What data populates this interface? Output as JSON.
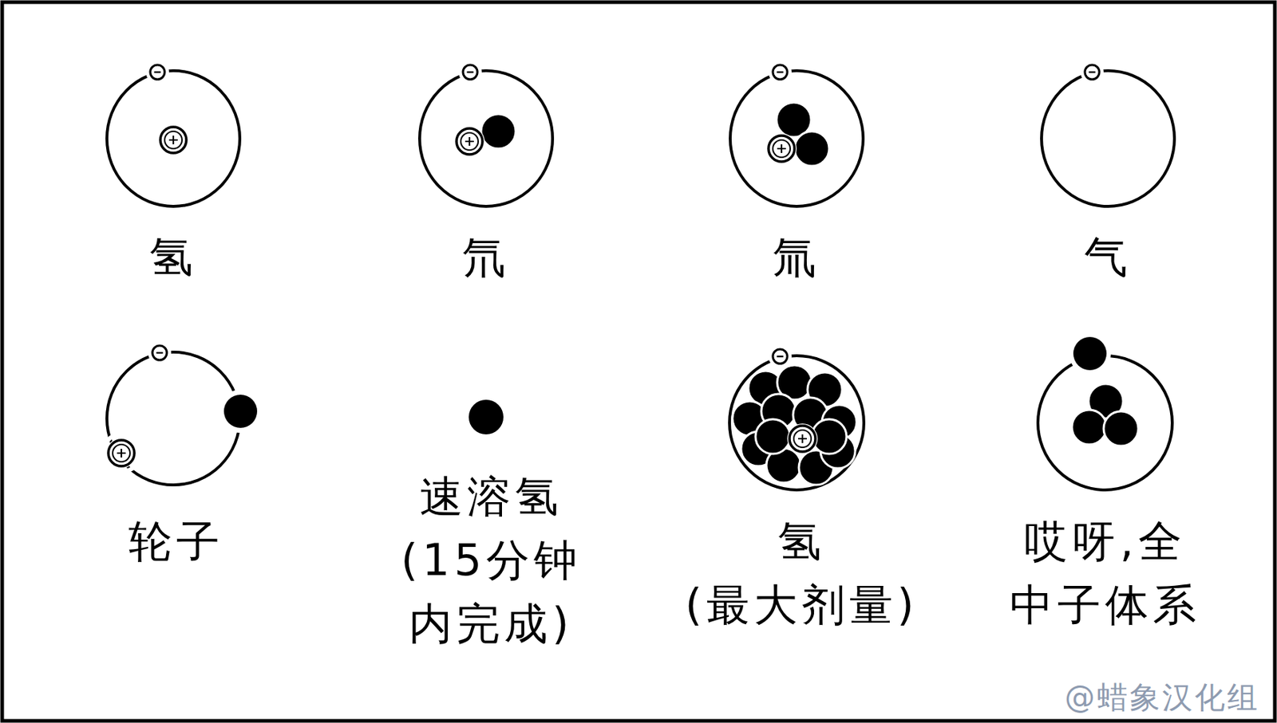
{
  "diagram": {
    "labels": [
      "氢",
      "氘",
      "氚",
      "气",
      "轮子",
      "速溶氢 (15分钟 内完成)",
      "氢 (最大剂量)",
      "哎呀,全 中子体系",
      "@蜡象汉化组"
    ]
  }
}
